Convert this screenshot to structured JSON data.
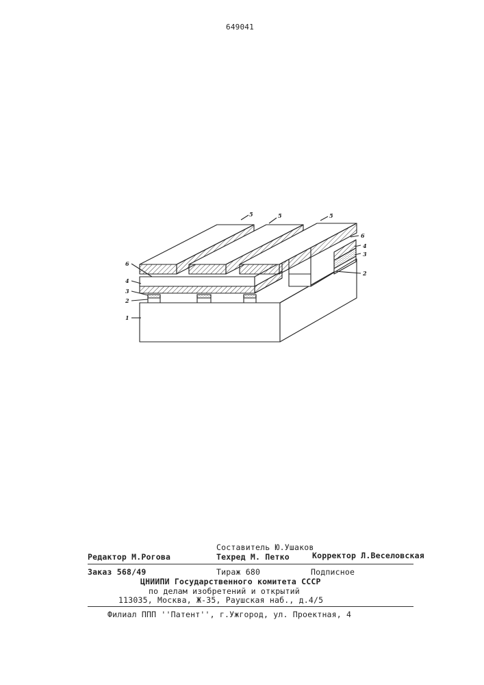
{
  "header": {
    "patent_number": "649041"
  },
  "figure": {
    "labels": {
      "electrode_left": "5",
      "electrode_mid": "5",
      "electrode_right": "5",
      "layer6_right": "6",
      "layer4_right": "4",
      "layer3_right": "3",
      "layer2_right": "2",
      "layer6_left": "6",
      "layer4_left": "4",
      "layer3_left": "3",
      "layer2_left": "2",
      "substrate": "1"
    }
  },
  "colophon": {
    "compiler": "Составитель Ю.Ушаков",
    "editor": "Редактор М.Рогова",
    "techeditor": "Техред М. Петко",
    "corrector": "Корректор Л.Веселовская",
    "order": "Заказ 568/49",
    "circulation": "Тираж 680",
    "subscription": "Подписное",
    "org_line1": "ЦНИИПИ Государственного комитета СССР",
    "org_line2": "по делам изобретений и открытий",
    "address": "113035, Москва, Ж-35, Раушская наб., д.4/5",
    "branch": "Филиал ППП ''Патент'', г.Ужгород, ул. Проектная, 4"
  }
}
